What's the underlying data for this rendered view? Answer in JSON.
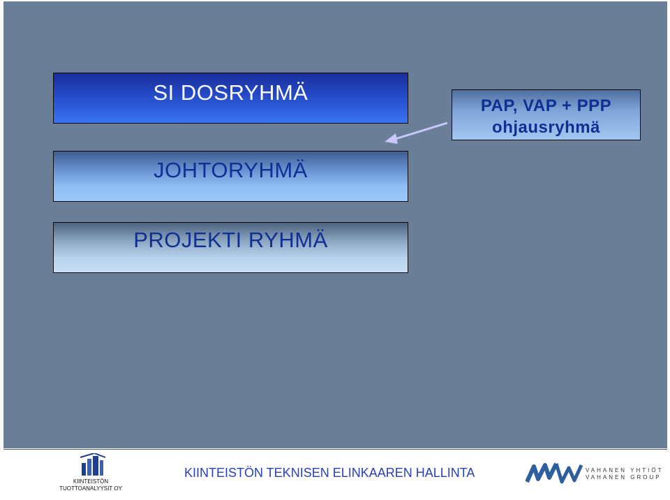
{
  "slide": {
    "boxes": {
      "sidosryhma": "SI DOSRYHMÄ",
      "johtoryhma": "JOHTORYHMÄ",
      "projektiryhma": "PROJEKTI RYHMÄ",
      "pap_line1": "PAP, VAP + PPP",
      "pap_line2": "ohjausryhmä"
    },
    "colors": {
      "background": "#6a7f97",
      "accent_blue": "#2347c4",
      "text_dark_blue": "#0f2f93",
      "arrow": "#c8c8ff"
    }
  },
  "footer": {
    "title": "KIINTEISTÖN TEKNISEN ELINKAAREN HALLINTA",
    "logo_left": {
      "line1": "KIINTEISTÖN",
      "line2": "TUOTTOANALYYSIT OY",
      "icon": "building-logo-icon"
    },
    "logo_right": {
      "line1": "VAHANEN YHTIÖT",
      "line2": "VAHANEN GROUP",
      "icon": "vahanen-logo-icon"
    }
  }
}
